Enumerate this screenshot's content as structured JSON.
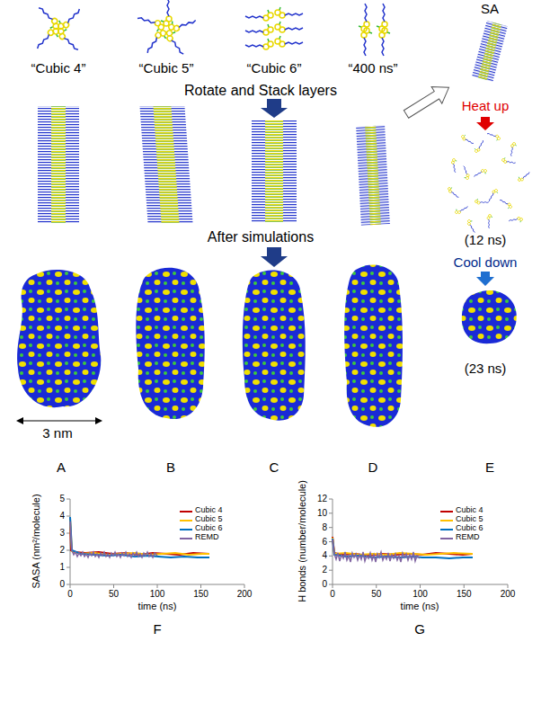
{
  "diagram": {
    "labels": [
      "“Cubic 4”",
      "“Cubic 5”",
      "“Cubic 6”",
      "“400 ns”",
      "SA",
      "Rotate and Stack layers",
      "Heat up",
      "(12 ns)",
      "After simulations",
      "Cool down",
      "(23 ns)",
      "3 nm",
      "A",
      "B",
      "C",
      "D",
      "E",
      "SASA (nm²/molecule)",
      "0",
      "1",
      "2",
      "3",
      "4",
      "5",
      "0",
      "50",
      "100",
      "150",
      "200",
      "time (ns)",
      "F",
      "H bonds (number/molecule)",
      "0",
      "2",
      "4",
      "6",
      "8",
      "10",
      "12",
      "0",
      "50",
      "100",
      "150",
      "200",
      "time (ns)",
      "G"
    ],
    "legend": [
      {
        "text": "Cubic 4",
        "color": "#c00000"
      },
      {
        "text": "Cubic 5",
        "color": "#ffc000"
      },
      {
        "text": "Cubic 6",
        "color": "#0070c0"
      },
      {
        "text": "REMD",
        "color": "#8064a2"
      },
      {
        "text": "Cubic 4",
        "color": "#c00000"
      },
      {
        "text": "Cubic 5",
        "color": "#ffc000"
      },
      {
        "text": "Cubic 6",
        "color": "#0070c0"
      },
      {
        "text": "REMD",
        "color": "#8064a2"
      }
    ]
  }
}
